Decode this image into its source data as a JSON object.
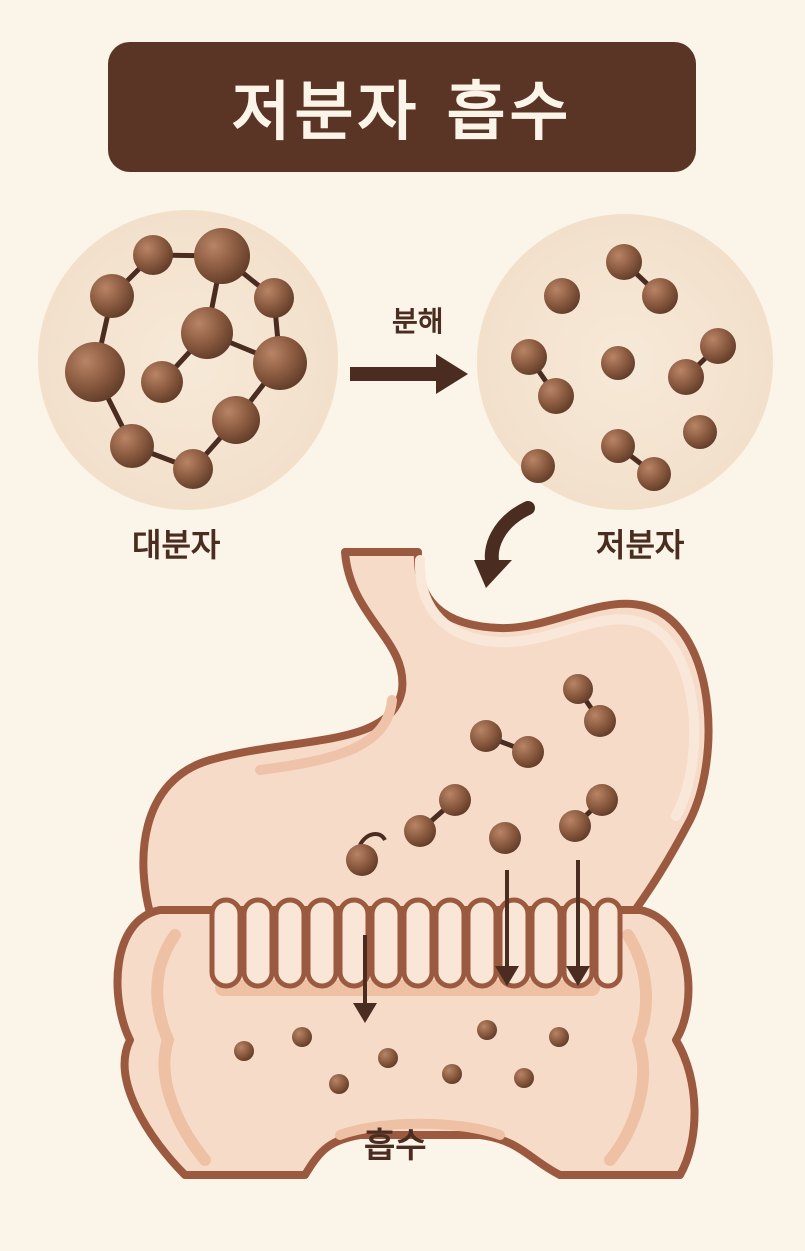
{
  "title": "저분자 흡수",
  "labels": {
    "macromolecule": "대분자",
    "micromolecule": "저분자",
    "breakdown": "분해",
    "absorption": "흡수"
  },
  "colors": {
    "background": "#fbf4e8",
    "title_bg": "#5a3424",
    "molecule": "#8a5a3f",
    "outline": "#9b5a3f",
    "organ_fill": "#f6dcc8",
    "arrow": "#4a2d20"
  }
}
